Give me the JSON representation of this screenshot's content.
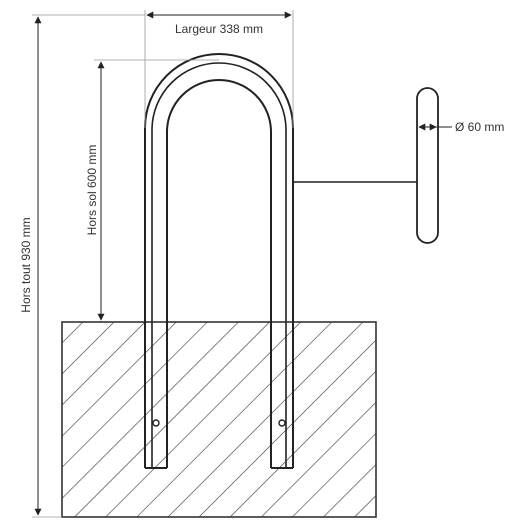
{
  "drawing": {
    "dimensions": {
      "width_label": "Largeur 338 mm",
      "height_above_ground_label": "Hors sol 600 mm",
      "overall_height_label": "Hors tout 930 mm",
      "diameter_label": "Ø 60 mm"
    }
  }
}
